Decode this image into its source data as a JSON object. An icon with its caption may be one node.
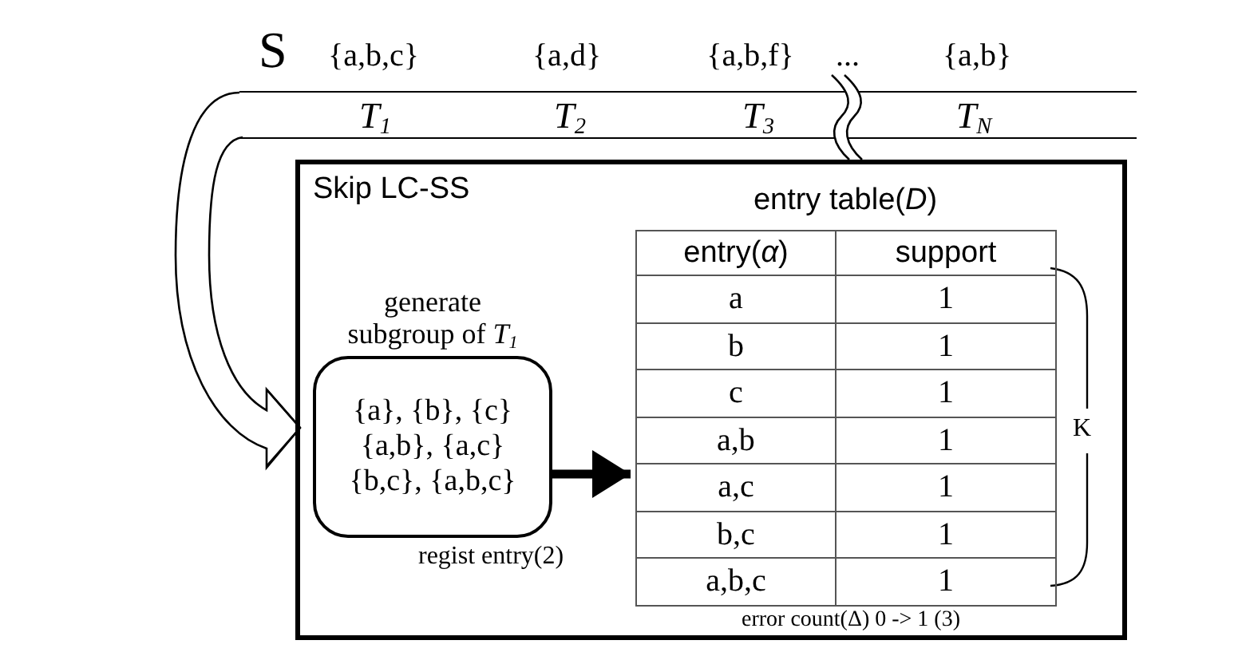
{
  "diagram": {
    "nodes": [
      {
        "text": [
          "T$_{1}$",
          "T$_{2}$",
          "T$_{3}$",
          "T$_{N}$"
        ],
        "beside": [
          "S",
          "{a,b,c}",
          "{a,d}",
          "{a,b,f}",
          "...",
          "{a,b}"
        ]
      },
      {
        "text": [
          "Skip LC-SS"
        ]
      },
      {
        "text": [
          "entry table(*D*)"
        ],
        "in": 1,
        "beside": [
          "K",
          "error count(Δ) 0 -> 1 (3)"
        ]
      },
      {
        "text": [
          "generate subgroup of *T*$_{1}$",
          "{a}, {b}, {c} {a,b}, {a,c} {b,c}, {a,b,c}"
        ],
        "in": 1
      }
    ],
    "edges": [
      {
        "from": 0,
        "to": 3,
        "arrow": "to"
      },
      {
        "from": 3,
        "to": 2,
        "arrow": "to",
        "label": "regist entry(2)",
        "style": "thick"
      }
    ],
    "labels": [
      "entry(*α*)",
      "support",
      "a",
      "1",
      "b",
      "1",
      "c",
      "1",
      "a,b",
      "1",
      "a,c",
      "1",
      "b,c",
      "1",
      "a,b,c",
      "1"
    ]
  }
}
